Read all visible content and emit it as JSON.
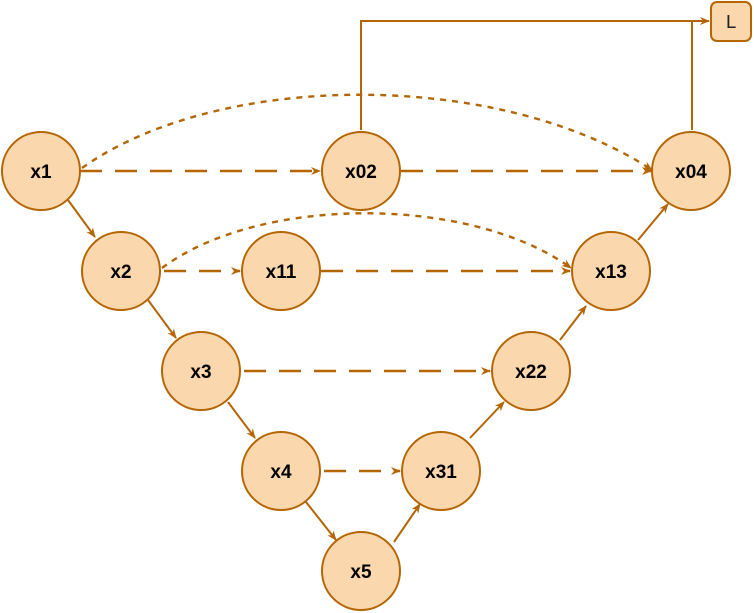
{
  "colors": {
    "node_fill": "#FAD7AC",
    "stroke": "#B46504"
  },
  "nodes": {
    "x1": "x1",
    "x2": "x2",
    "x3": "x3",
    "x4": "x4",
    "x5": "x5",
    "x02": "x02",
    "x11": "x11",
    "x22": "x22",
    "x31": "x31",
    "x13": "x13",
    "x04": "x04"
  },
  "output": {
    "label": "L"
  }
}
